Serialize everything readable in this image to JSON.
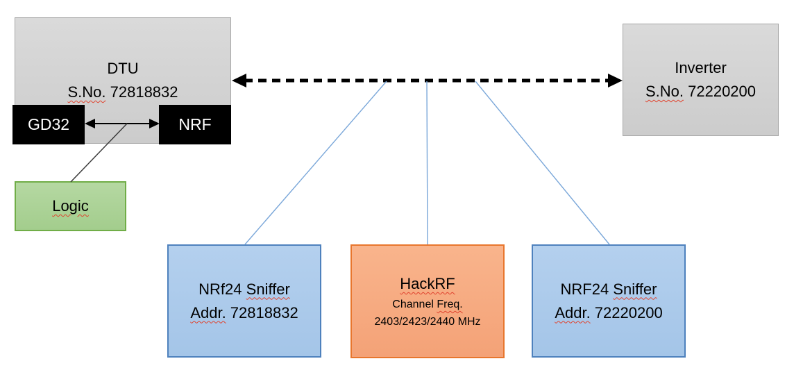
{
  "palette": {
    "background": "#ffffff",
    "box_gray_fill": "#d3d3d3",
    "box_gray_border": "#a6a6a6",
    "box_black_fill": "#000000",
    "box_green_fill": "#a9d18e",
    "box_green_border": "#70ad47",
    "box_blue_fill": "#aacae9",
    "box_blue_border": "#4e81bd",
    "box_orange_fill": "#f6ab81",
    "box_orange_border": "#e8762d",
    "connector_blue": "#7aa7d9",
    "arrow_black": "#000000",
    "spellcheck_red": "#e0432e"
  },
  "nodes": {
    "dtu": {
      "title": "DTU",
      "serial_label": "S.No.",
      "serial_rest": " 72818832"
    },
    "gd32": {
      "label": "GD32"
    },
    "nrf": {
      "label": "NRF"
    },
    "logic": {
      "label": "Logic"
    },
    "inverter": {
      "title": "Inverter",
      "serial_label": "S.No.",
      "serial_rest": " 72220200"
    },
    "sniffer_left": {
      "name_prefix": "NRf24 ",
      "name_wavy": "Sniffer",
      "addr_label": "Addr.",
      "addr_rest": " 72818832"
    },
    "hackrf": {
      "title": "HackRF",
      "channel_prefix": "Channel ",
      "channel_wavy": "Freq.",
      "frequencies": "2403/2423/2440 MHz"
    },
    "sniffer_right": {
      "name_prefix": "NRF24 ",
      "name_wavy": "Sniffer",
      "addr_label": "Addr.",
      "addr_rest": " 72220200"
    }
  },
  "connections": [
    {
      "from": "DTU",
      "to": "Inverter",
      "style": "dashed-double-arrow"
    },
    {
      "from": "GD32",
      "to": "NRF",
      "style": "solid-double-arrow"
    },
    {
      "from": "GD32-NRF link",
      "to": "Logic",
      "style": "thin-line"
    },
    {
      "from": "RF link",
      "to": "NRf24 Sniffer 72818832",
      "style": "thin-blue-line"
    },
    {
      "from": "RF link",
      "to": "HackRF",
      "style": "thin-blue-line"
    },
    {
      "from": "RF link",
      "to": "NRF24 Sniffer 72220200",
      "style": "thin-blue-line"
    }
  ]
}
